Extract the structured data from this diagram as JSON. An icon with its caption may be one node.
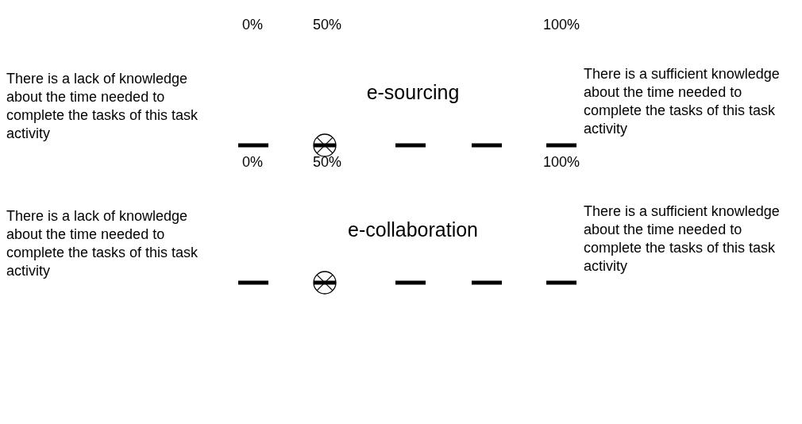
{
  "diagram": {
    "labels": [
      "0%",
      "50%",
      "100%",
      "There is a lack of knowledge about the time needed to complete the tasks of this task activity",
      "e-sourcing",
      "There is a sufficient knowledge about the time needed to complete the tasks of this task activity",
      "0%",
      "50%",
      "100%",
      "There is a lack of knowledge about the time needed to complete the tasks of this task activity",
      "e-collaboration",
      "There is a sufficient knowledge about the time needed to complete the tasks of this task activity"
    ]
  }
}
